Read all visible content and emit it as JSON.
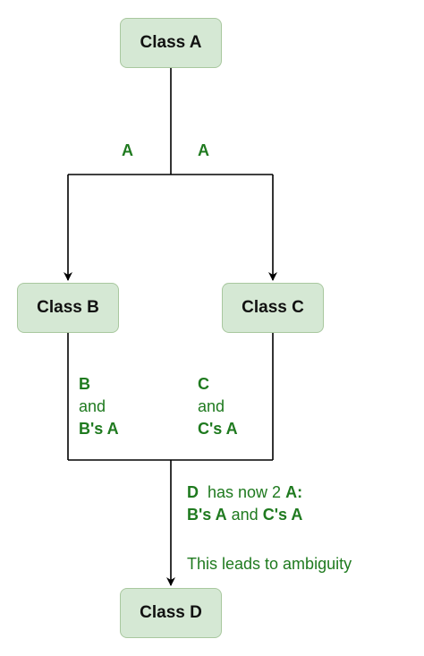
{
  "nodes": {
    "a": "Class A",
    "b": "Class B",
    "c": "Class C",
    "d": "Class D"
  },
  "edge_labels": {
    "a_left": "A",
    "a_right": "A",
    "b": {
      "line1": "B",
      "line2": "and",
      "line3": "B's A"
    },
    "c": {
      "line1": "C",
      "line2": "and",
      "line3": "C's A"
    }
  },
  "note": {
    "d_bold": "D",
    "has_now": "has now 2",
    "a_bold": "A:",
    "b_a": "B's A",
    "and": "and",
    "c_a": "C's A",
    "ambiguity": "This leads to ambiguity"
  },
  "colors": {
    "node_fill": "#d5e8d4",
    "node_border": "#a9c89f",
    "label_text": "#1f7a1f",
    "edge": "#000000"
  }
}
